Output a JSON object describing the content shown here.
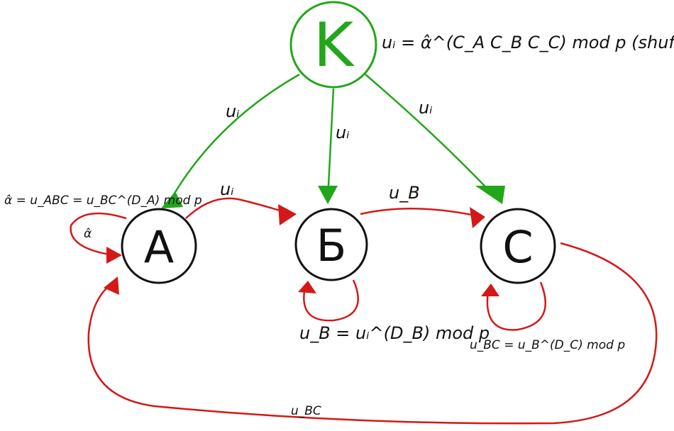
{
  "colors": {
    "green": "#22a61a",
    "red": "#d41818",
    "black": "#111111",
    "background": "#ffffff"
  },
  "nodes": {
    "k": {
      "label": "K"
    },
    "a": {
      "label": "A"
    },
    "b": {
      "label": "Б"
    },
    "c": {
      "label": "C"
    }
  },
  "formulas": {
    "k_formula": "uᵢ = α̂^(C_A C_B C_C) mod p (shuffle)",
    "a_top_formula": "α̂ = u_ABC = u_BC^(D_A) mod p",
    "a_loop_label": "α̂",
    "b_formula": "u_B = uᵢ^(D_B) mod p",
    "c_formula": "u_BC = u_B^(D_C) mod p"
  },
  "edge_labels": {
    "k_to_a": "uᵢ",
    "k_to_b": "uᵢ",
    "k_to_c": "uᵢ",
    "a_to_b": "uᵢ",
    "b_to_c": "u_B",
    "c_to_a": "u_BC"
  }
}
